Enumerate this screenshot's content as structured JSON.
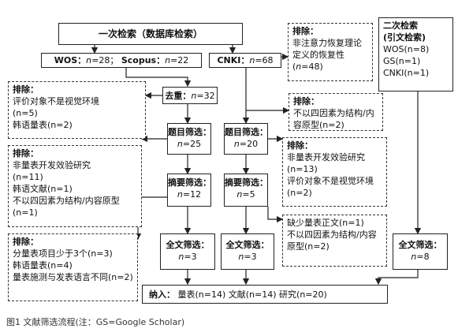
{
  "first_search": "一次检索（数据库检索）",
  "wos_scopus": {
    "wos": "WOS：",
    "n_wos": "=28；",
    "scopus": "Scopus：",
    "n_scopus": "=22"
  },
  "cnki": {
    "label": "CNKI：",
    "n": "=68"
  },
  "exclude1": {
    "title": "排除：",
    "lines": [
      "非注意力恢复理论定义的恢复性(",
      "=48)"
    ]
  },
  "second_search": {
    "title": "二次检索",
    "subtitle": "(引文检索)",
    "lines": [
      "WOS(n=8)",
      "GS(n=1)",
      "CNKI(n=1)"
    ]
  },
  "exclude2": {
    "title": "排除：",
    "l1": "评价对象不是视觉环境",
    "l1n": "(n=5)",
    "l2": "韩语量表(n=2)"
  },
  "merge": {
    "label": "去重：",
    "n": "=32"
  },
  "exclude3": {
    "title": "排除：",
    "l1": "不以四因素为结构/内容原型(n=2)"
  },
  "title_screen_a": {
    "label": "题目筛选：",
    "n": "=25"
  },
  "title_screen_b": {
    "label": "题目筛选：",
    "n": "=20"
  },
  "exclude4": {
    "title": "排除：",
    "l1": "非量表开发效验研究",
    "l1n": "(n=11)",
    "l2": "韩语文献(n=1)",
    "l3": "不以四因素为结构/内容原型(n=1)"
  },
  "exclude5": {
    "title": "排除：",
    "l1": "非量表开发效验研究",
    "l1n": "(n=13)",
    "l2": "评价对象不是视觉环境",
    "l2n": "(n=2)"
  },
  "abstract_a": {
    "label": "摘要筛选：",
    "n": "=12"
  },
  "abstract_b": {
    "label": "摘要筛选：",
    "n": "=5"
  },
  "exclude6": {
    "title": "排除：",
    "l1": "分量表项目少于3个(n=3)",
    "l2": "韩语量表(n=4)",
    "l3": "量表施测与发表语言不同(n=2)"
  },
  "exclude7": {
    "l1": "缺少量表正文(n=1)",
    "l2": "不以四因素为结构/内容原型(n=2)"
  },
  "fulltext_a": {
    "label": "全文筛选：",
    "n": "=3"
  },
  "fulltext_b": {
    "label": "全文筛选：",
    "n": "=3"
  },
  "fulltext_c": {
    "label": "全文筛选：",
    "n": "=8"
  },
  "include": {
    "label": "纳入：",
    "text": "量表(n=14) 文献(n=14) 研究(n=20)"
  },
  "caption": "图1 文献筛选流程(注：GS=Google Scholar)",
  "n_symbol": "n"
}
